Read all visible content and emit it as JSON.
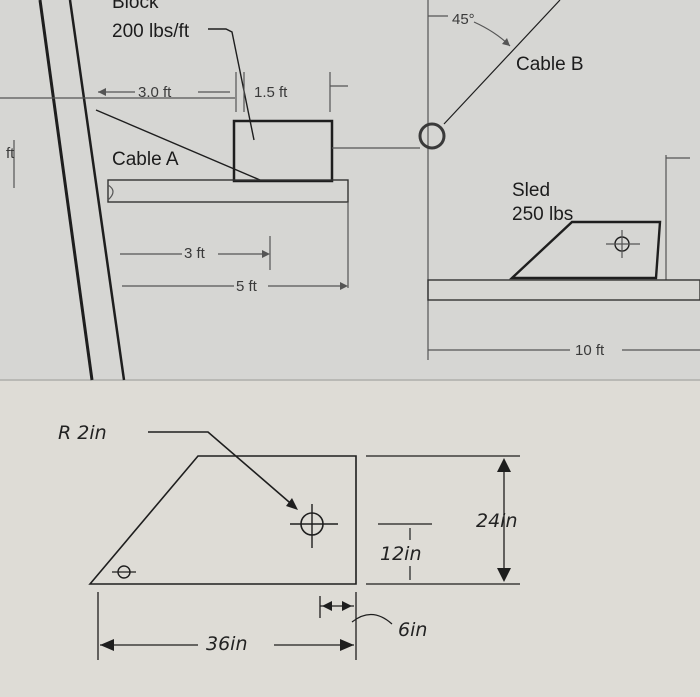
{
  "top": {
    "block_label_cut": "Block",
    "block_weight": "200 lbs/ft",
    "dim_left": "3.0 ft",
    "dim_right": "1.5 ft",
    "side_ft": "ft",
    "cable_a": "Cable A",
    "dim_3ft": "3 ft",
    "dim_5ft": "5 ft",
    "angle": "45°",
    "cable_b": "Cable B",
    "sled_name": "Sled",
    "sled_weight": "250 lbs",
    "dim_10ft": "10 ft"
  },
  "bottom": {
    "radius": "R 2in",
    "height_total": "24in",
    "height_half": "12in",
    "width": "36in",
    "offset": "6in"
  }
}
